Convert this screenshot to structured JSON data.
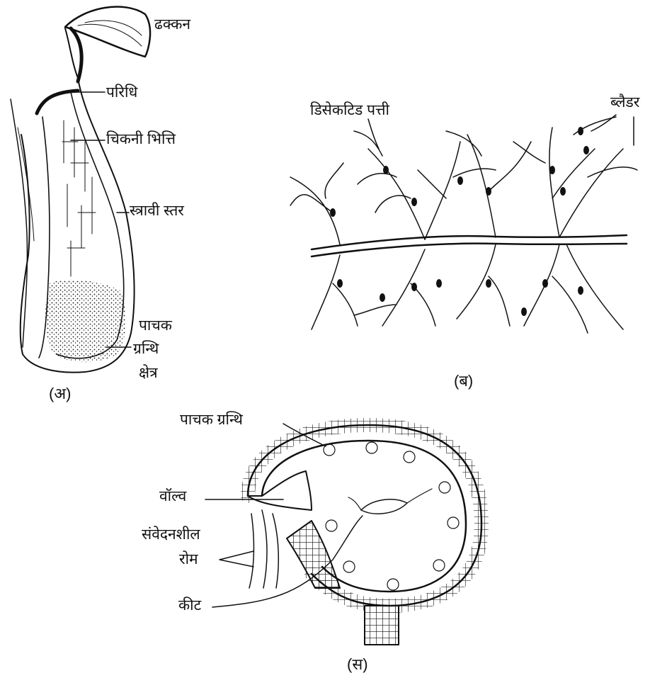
{
  "figure_a": {
    "labels": {
      "lid": "ढक्कन",
      "rim": "परिधि",
      "smooth_wall": "चिकनी भित्ति",
      "secretory_layer": "स्त्रावी स्तर",
      "digestive_line1": "पाचक",
      "digestive_line2": "ग्रन्थि",
      "digestive_line3": "क्षेत्र"
    },
    "caption": "(अ)"
  },
  "figure_b": {
    "labels": {
      "dissected_leaf": "डिसेकटिड पत्ती",
      "bladder": "ब्लैडर"
    },
    "caption": "(ब)"
  },
  "figure_c": {
    "labels": {
      "digestive_gland": "पाचक ग्रन्थि",
      "valve": "वॉल्व",
      "sensory_line1": "संवेदनशील",
      "sensory_line2": "रोम",
      "insect": "कीट"
    },
    "caption": "(स)"
  },
  "colors": {
    "ink": "#111111",
    "paper": "#ffffff"
  }
}
